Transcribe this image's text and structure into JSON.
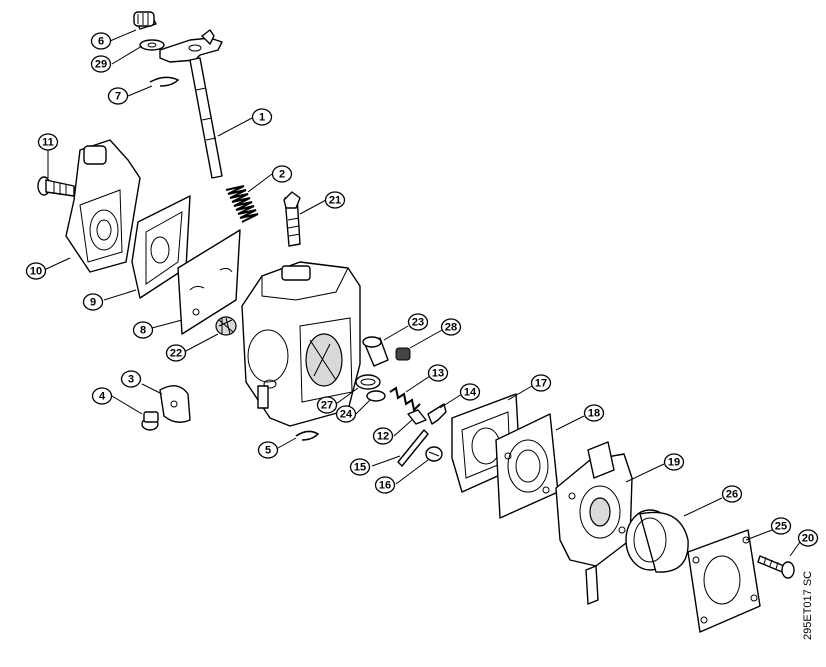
{
  "diagram": {
    "drawing_code": "295ET017 SC",
    "callouts": [
      {
        "id": "c1",
        "label": "1"
      },
      {
        "id": "c2",
        "label": "2"
      },
      {
        "id": "c3",
        "label": "3"
      },
      {
        "id": "c4",
        "label": "4"
      },
      {
        "id": "c5",
        "label": "5"
      },
      {
        "id": "c6",
        "label": "6"
      },
      {
        "id": "c7",
        "label": "7"
      },
      {
        "id": "c8",
        "label": "8"
      },
      {
        "id": "c9",
        "label": "9"
      },
      {
        "id": "c10",
        "label": "10"
      },
      {
        "id": "c11",
        "label": "11"
      },
      {
        "id": "c12",
        "label": "12"
      },
      {
        "id": "c13",
        "label": "13"
      },
      {
        "id": "c14",
        "label": "14"
      },
      {
        "id": "c15",
        "label": "15"
      },
      {
        "id": "c16",
        "label": "16"
      },
      {
        "id": "c17",
        "label": "17"
      },
      {
        "id": "c18",
        "label": "18"
      },
      {
        "id": "c19",
        "label": "19"
      },
      {
        "id": "c20",
        "label": "20"
      },
      {
        "id": "c21",
        "label": "21"
      },
      {
        "id": "c22",
        "label": "22"
      },
      {
        "id": "c23",
        "label": "23"
      },
      {
        "id": "c24",
        "label": "24"
      },
      {
        "id": "c25",
        "label": "25"
      },
      {
        "id": "c26",
        "label": "26"
      },
      {
        "id": "c27",
        "label": "27"
      },
      {
        "id": "c28",
        "label": "28"
      },
      {
        "id": "c29",
        "label": "29"
      }
    ]
  }
}
